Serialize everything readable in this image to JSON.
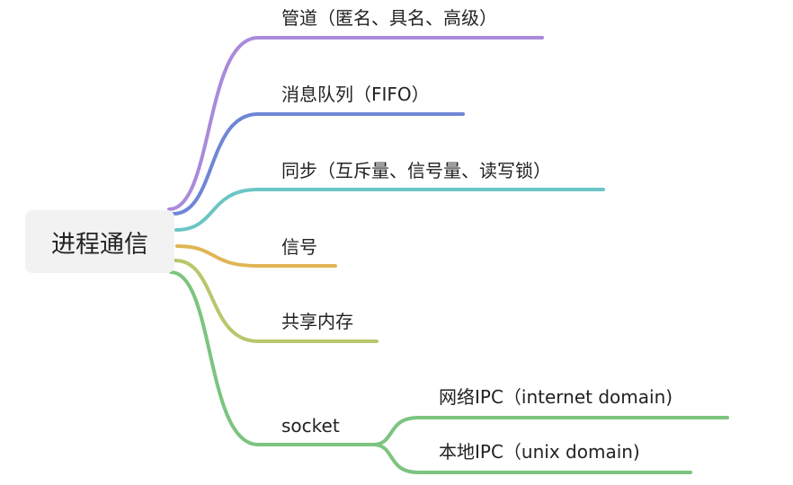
{
  "root": {
    "label": "进程通信"
  },
  "branches": [
    {
      "label": "管道（匿名、具名、高级）",
      "color": "#a98adb"
    },
    {
      "label": "消息队列（FIFO）",
      "color": "#6f86d6"
    },
    {
      "label": "同步（互斥量、信号量、读写锁）",
      "color": "#6cc5c5"
    },
    {
      "label": "信号",
      "color": "#e0b554"
    },
    {
      "label": "共享内存",
      "color": "#b9c66c"
    },
    {
      "label": "socket",
      "color": "#7cc47f",
      "children": [
        {
          "label": "网络IPC（internet domain)"
        },
        {
          "label": "本地IPC（unix domain)"
        }
      ]
    }
  ]
}
